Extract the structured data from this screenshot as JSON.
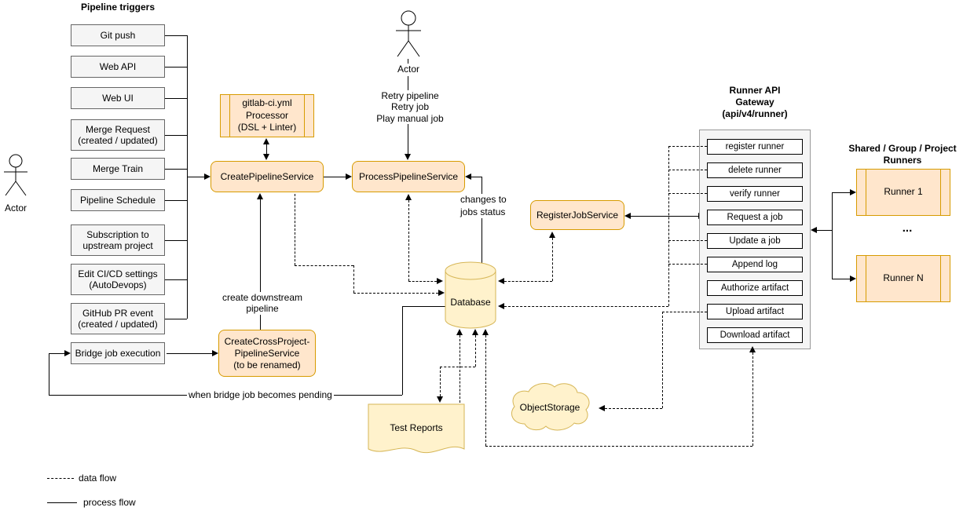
{
  "diagram": {
    "triggers": {
      "title": "Pipeline triggers",
      "items": [
        "Git push",
        "Web API",
        "Web UI",
        "Merge Request (created / updated)",
        "Merge Train",
        "Pipeline Schedule",
        "Subscription to upstream project",
        "Edit CI/CD settings (AutoDevops)",
        "GitHub PR event (created / updated)",
        "Bridge job execution"
      ]
    },
    "actors": {
      "left_label": "Actor",
      "top_label": "Actor",
      "top_actions": "Retry pipeline\nRetry job\nPlay manual job"
    },
    "services": {
      "processor": "gitlab-ci.yml\nProcessor\n(DSL + Linter)",
      "create_pipeline": "CreatePipelineService",
      "process_pipeline": "ProcessPipelineService",
      "create_cross_project": "CreateCrossProject-\nPipelineService\n(to be renamed)",
      "register_job": "RegisterJobService"
    },
    "storage": {
      "database": "Database",
      "test_reports": "Test Reports",
      "object_storage": "ObjectStorage"
    },
    "gateway": {
      "title": "Runner API\nGateway\n(api/v4/runner)",
      "endpoints": [
        "register runner",
        "delete runner",
        "verify runner",
        "Request a job",
        "Update a job",
        "Append log",
        "Authorize artifact",
        "Upload artifact",
        "Download artifact"
      ]
    },
    "runners": {
      "title": "Shared / Group / Project\nRunners",
      "runner_1": "Runner 1",
      "ellipsis": "...",
      "runner_n": "Runner N"
    },
    "edge_labels": {
      "changes_to_jobs_status": "changes to\njobs status",
      "create_downstream_pipeline": "create downstream\npipeline",
      "when_bridge_pending": "when bridge job becomes pending"
    },
    "legend": {
      "data_flow": "data flow",
      "process_flow": "process flow"
    },
    "colors": {
      "service_fill": "#ffe6cc",
      "service_border": "#d79b00",
      "storage_fill": "#fff2cc",
      "storage_border": "#d6b656",
      "trigger_fill": "#f5f5f5",
      "trigger_border": "#666666"
    }
  }
}
